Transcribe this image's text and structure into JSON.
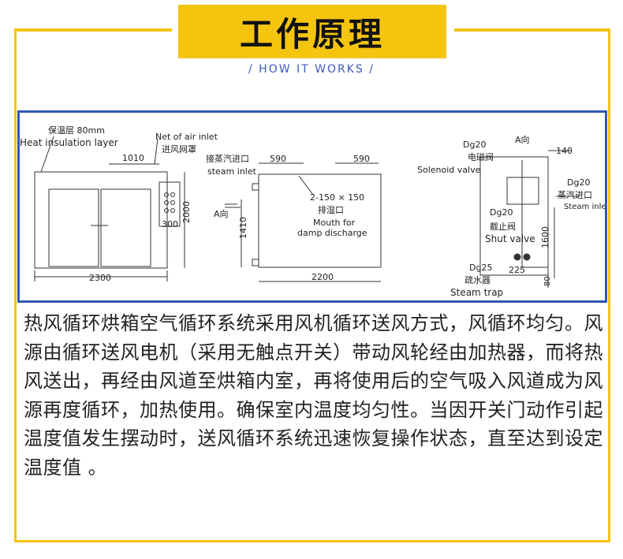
{
  "header": {
    "title": "工作原理",
    "subtitle": "/    HOW IT WORKS    /"
  },
  "diagram": {
    "labels": {
      "insulation_cn": "保温层 80mm",
      "insulation_en": "Heat insulation layer",
      "net_inlet_en": "Net of air inlet",
      "net_inlet_cn": "进风网罩",
      "steam_inlet_cn": "接蒸汽进口",
      "steam_inlet_en": "steam inlet",
      "dim_1010": "1010",
      "dim_2000": "2000",
      "dim_300": "300",
      "dim_2300": "2300",
      "dim_590_a": "590",
      "dim_590_b": "590",
      "a_dir_1": "A向",
      "dim_1410": "1410",
      "dim_2200": "2200",
      "damp_spec": "2-150 × 150",
      "damp_cn": "排湿口",
      "damp_en_1": "Mouth for",
      "damp_en_2": "damp discharge",
      "dg20_1": "Dg20",
      "solenoid_cn": "电磁阀",
      "solenoid_en": "Solenoid valve",
      "a_dir_2": "A向",
      "dim_140": "140",
      "dg20_2": "Dg20",
      "steam_inlet2_cn": "蒸汽进口",
      "steam_inlet2_en": "Steam inlet",
      "dg20_3": "Dg20",
      "shut_cn": "截止阀",
      "shut_en": "Shut valve",
      "dim_1600": "1600",
      "dg25": "Dg25",
      "dim_225": "225",
      "dim_80": "80",
      "trap_cn": "疏水器",
      "trap_en": "Steam trap"
    }
  },
  "description": "热风循环烘箱空气循环系统采用风机循环送风方式，风循环均匀。风源由循环送风电机（采用无触点开关）带动风轮经由加热器，而将热风送出，再经由风道至烘箱内室，再将使用后的空气吸入风道成为风源再度循环，加热使用。确保室内温度均匀性。当因开关门动作引起温度值发生摆动时，送风循环系统迅速恢复操作状态，直至达到设定温度值 。",
  "colors": {
    "accent_yellow": "#f5c40f",
    "frame_blue": "#2f58b0",
    "subtitle_blue": "#3d5bb8"
  }
}
